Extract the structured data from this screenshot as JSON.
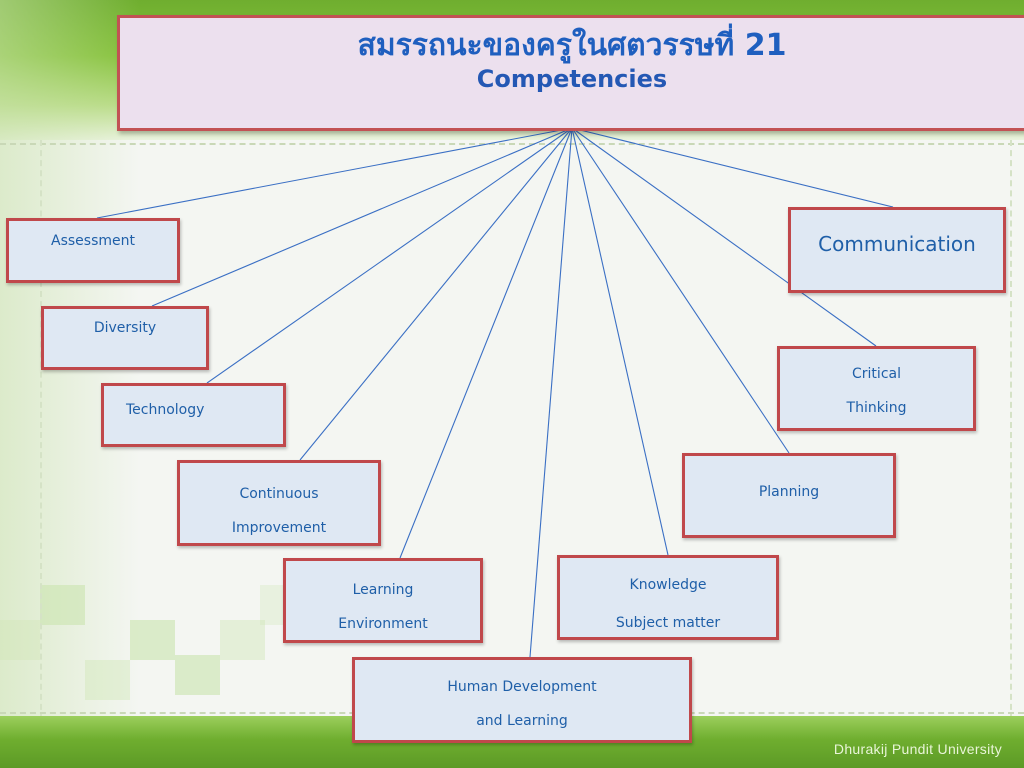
{
  "title": {
    "thai": "สมรรถนะของครูในศตวรรษที่ 21",
    "english": "Competencies"
  },
  "nodes": {
    "assessment": "Assessment",
    "diversity": "Diversity",
    "technology": "Technology",
    "continuous": [
      "Continuous",
      "Improvement"
    ],
    "learning_env": [
      "Learning",
      "Environment"
    ],
    "human_dev": [
      "Human Development",
      "and Learning"
    ],
    "knowledge": [
      "Knowledge",
      "Subject matter"
    ],
    "planning": "Planning",
    "critical": [
      "Critical",
      "Thinking"
    ],
    "communication": "Communication"
  },
  "footer": "Dhurakij Pundit University",
  "colors": {
    "title_text": "#1f5fbf",
    "node_text": "#1f5fa8",
    "node_fill": "#dfe8f3",
    "node_border": "#c0484b",
    "connector": "#3a6fc4",
    "band_green": "#6fae2f"
  }
}
